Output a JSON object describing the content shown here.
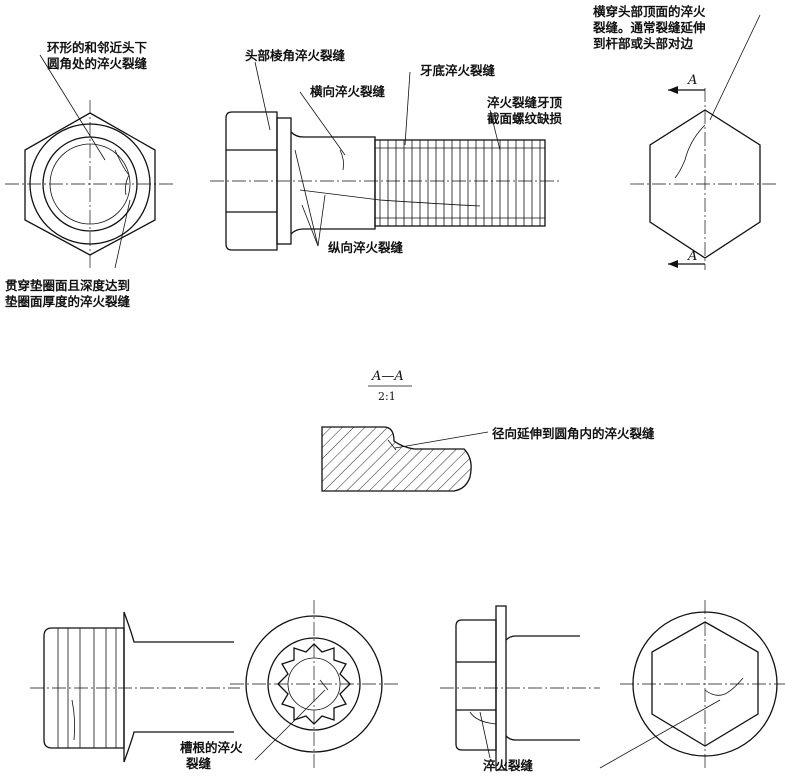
{
  "labels": {
    "ring_crack_line1": "环形的和邻近头下",
    "ring_crack_line2": "圆角处的淬火裂缝",
    "head_edge_crack": "头部棱角淬火裂缝",
    "root_crack": "牙底淬火裂缝",
    "transverse_crack": "横向淬火裂缝",
    "crest_crack_line1": "淬火裂缝牙顶",
    "crest_crack_line2": "截面螺纹缺损",
    "longitudinal_crack": "纵向淬火裂缝",
    "washer_crack_line1": "贯穿垫圈面且深度达到",
    "washer_crack_line2": "垫圈面厚度的淬火裂缝",
    "top_crack_line1": "横穿头部顶面的淬火",
    "top_crack_line2": "裂缝。通常裂缝延伸",
    "top_crack_line3": "到杆部或头部对边",
    "section_mark_top": "A",
    "section_mark_bottom": "A",
    "section_title": "A—A",
    "section_scale": "2:1",
    "radial_crack": "径向延伸到圆角内的淬火裂缝",
    "slot_root_crack_line1": "槽根的淬火",
    "slot_root_crack_line2": "裂缝",
    "quench_crack": "淬火裂缝"
  }
}
